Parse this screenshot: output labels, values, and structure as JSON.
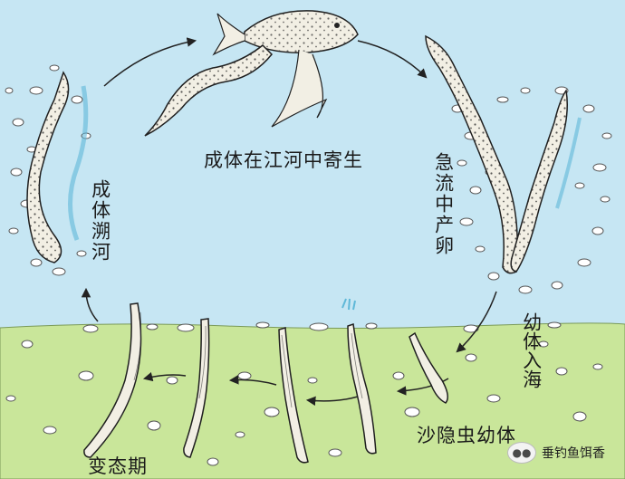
{
  "labels": {
    "parasitic": "成体在江河中寄生",
    "migrate": "成体溯河",
    "spawn": "急流中产卵",
    "larva_to_sea": "幼体入海",
    "sand_larva": "沙隐虫幼体",
    "metamorphosis": "变态期"
  },
  "watermark": {
    "text": "垂钓鱼饵香",
    "icon_name": "wechat-icon"
  },
  "colors": {
    "water": "#c6e6f3",
    "sediment": "#c9e69a",
    "lamprey": "#f2efe4",
    "outline": "#1f1f1f",
    "water_glint": "#5fb8d8"
  }
}
